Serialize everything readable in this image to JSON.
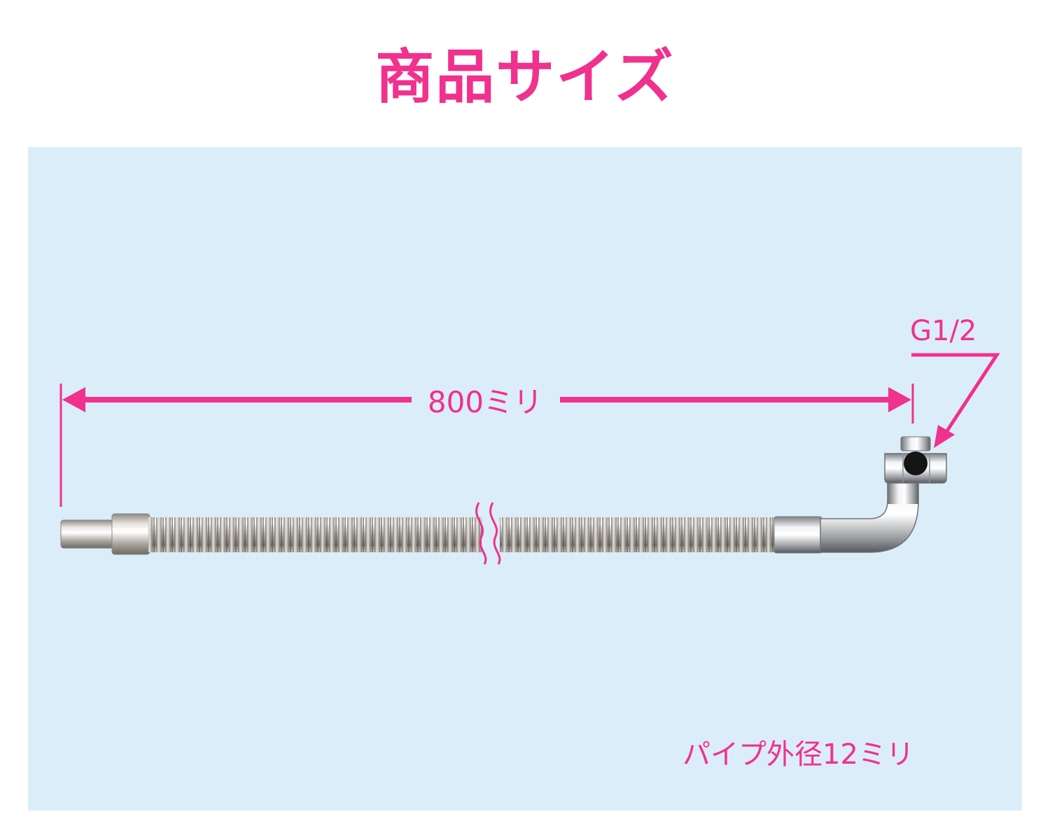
{
  "title": "商品サイズ",
  "dimensions": {
    "length": "800ミリ",
    "thread": "G1/2",
    "pipe_outer_diameter": "パイプ外径12ミリ"
  },
  "colors": {
    "accent": "#f0318e",
    "panel_background": "#dbedf8",
    "background": "#ffffff"
  }
}
